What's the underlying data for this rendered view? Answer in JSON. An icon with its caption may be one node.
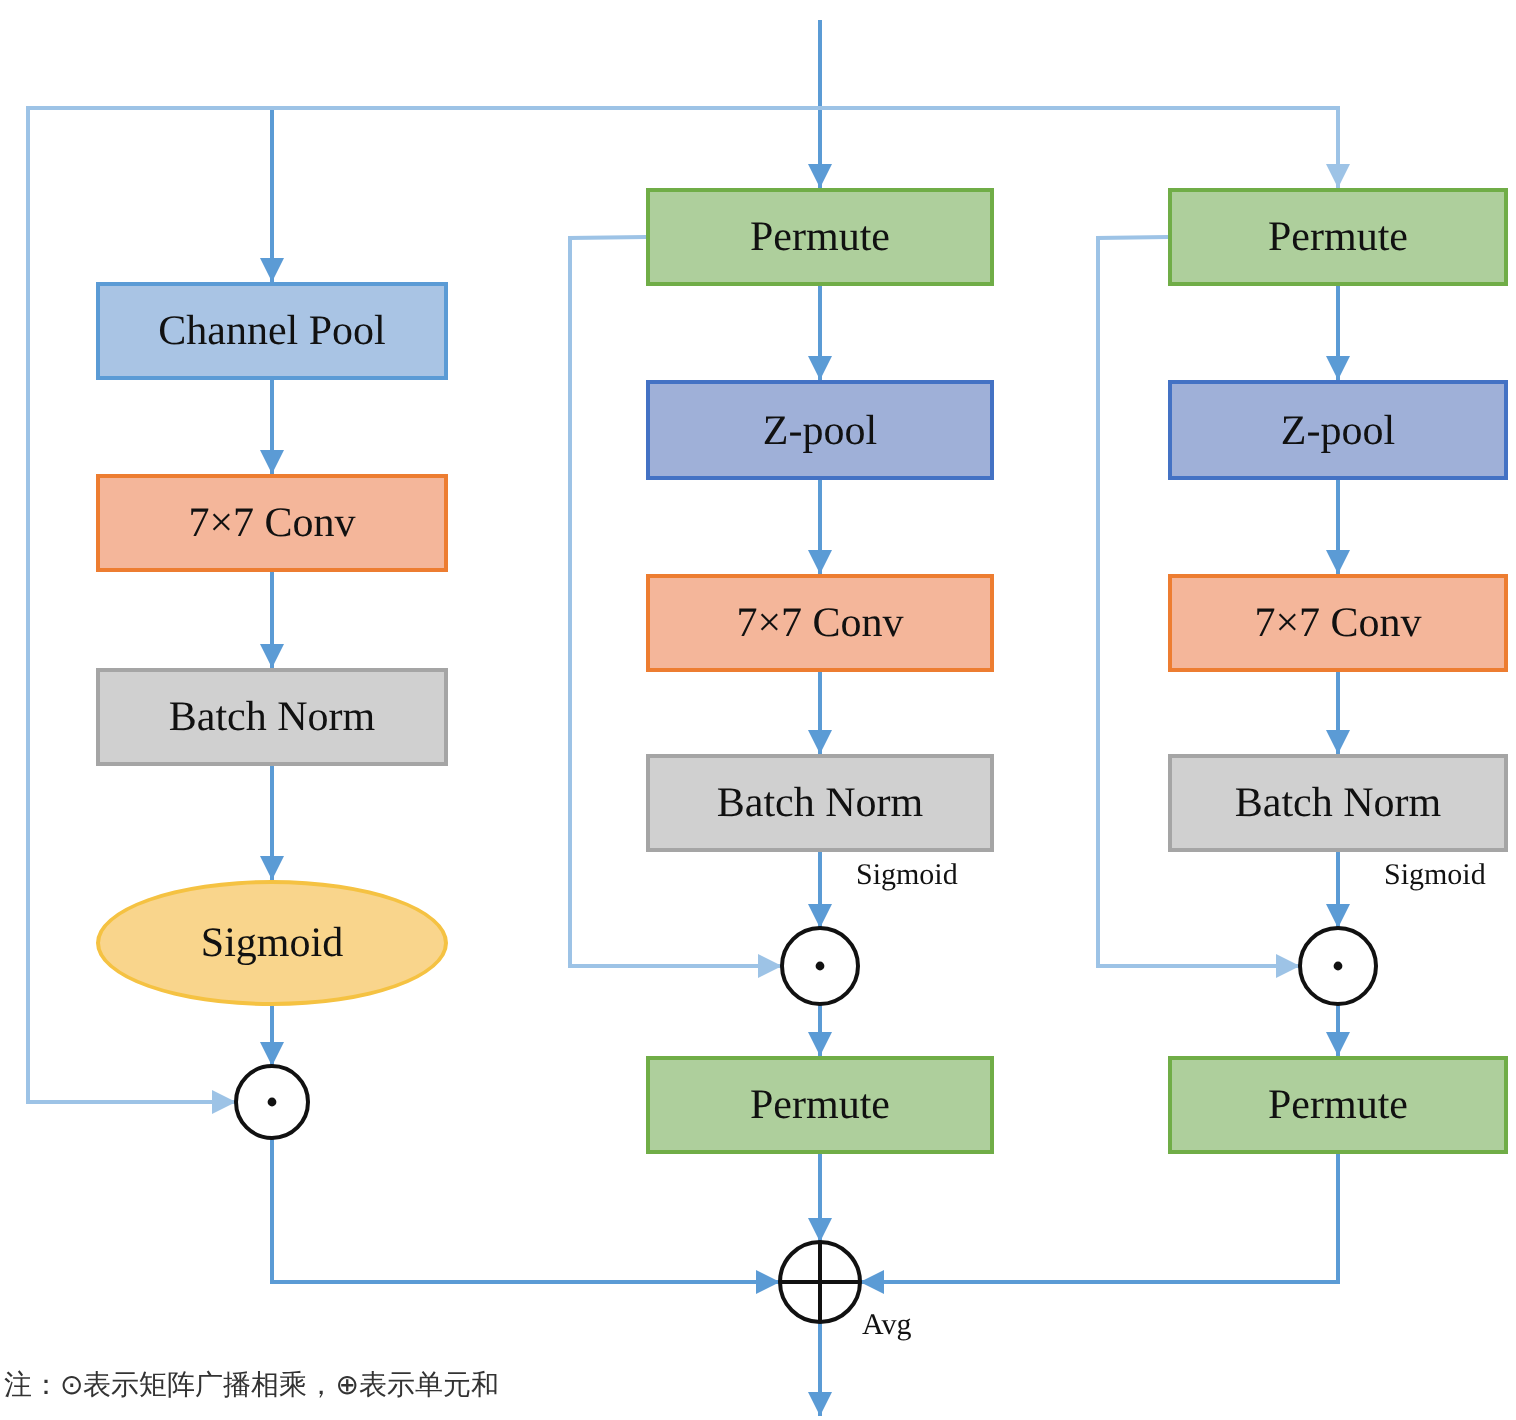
{
  "diagram": {
    "nodes": [
      {
        "text": [
          "Channel Pool"
        ]
      },
      {
        "text": [
          "7×7 Conv"
        ]
      },
      {
        "text": [
          "Batch Norm"
        ]
      },
      {
        "text": [
          "Sigmoid"
        ]
      },
      {
        "text": [],
        "shape": "circle"
      },
      {
        "text": [
          "Permute"
        ]
      },
      {
        "text": [
          "Z-pool"
        ]
      },
      {
        "text": [
          "7×7 Conv"
        ]
      },
      {
        "text": [
          "Batch Norm"
        ]
      },
      {
        "text": [],
        "shape": "circle"
      },
      {
        "text": [
          "Permute"
        ]
      },
      {
        "text": [
          "Permute"
        ]
      },
      {
        "text": [
          "Z-pool"
        ]
      },
      {
        "text": [
          "7×7 Conv"
        ]
      },
      {
        "text": [
          "Batch Norm"
        ]
      },
      {
        "text": [],
        "shape": "circle"
      },
      {
        "text": [
          "Permute"
        ]
      },
      {
        "text": [],
        "shape": "circle",
        "beside": [
          "Avg"
        ]
      }
    ],
    "edges": [
      {
        "from": null,
        "to": 5,
        "arrow": "to"
      },
      {
        "from": null,
        "to": 0,
        "arrow": "to"
      },
      {
        "from": null,
        "to": 11,
        "arrow": "to",
        "color": "#9dc3e6"
      },
      {
        "from": null,
        "to": 4,
        "arrow": "to",
        "color": "#9dc3e6"
      },
      {
        "from": 0,
        "to": 1,
        "arrow": "to"
      },
      {
        "from": 1,
        "to": 2,
        "arrow": "to"
      },
      {
        "from": 2,
        "to": 3,
        "arrow": "to"
      },
      {
        "from": 3,
        "to": 4,
        "arrow": "to"
      },
      {
        "from": 4,
        "to": 17,
        "arrow": "to"
      },
      {
        "from": 5,
        "to": 6,
        "arrow": "to"
      },
      {
        "from": 6,
        "to": 7,
        "arrow": "to"
      },
      {
        "from": 7,
        "to": 8,
        "arrow": "to"
      },
      {
        "from": 8,
        "to": 9,
        "arrow": "to",
        "label": "Sigmoid"
      },
      {
        "from": 5,
        "to": 9,
        "arrow": "to",
        "color": "#9dc3e6"
      },
      {
        "from": 9,
        "to": 10,
        "arrow": "to"
      },
      {
        "from": 10,
        "to": 17,
        "arrow": "to"
      },
      {
        "from": 11,
        "to": 12,
        "arrow": "to"
      },
      {
        "from": 12,
        "to": 13,
        "arrow": "to"
      },
      {
        "from": 13,
        "to": 14,
        "arrow": "to"
      },
      {
        "from": 14,
        "to": 15,
        "arrow": "to",
        "label": "Sigmoid"
      },
      {
        "from": 11,
        "to": 15,
        "arrow": "to",
        "color": "#9dc3e6"
      },
      {
        "from": 15,
        "to": 16,
        "arrow": "to"
      },
      {
        "from": 16,
        "to": 17,
        "arrow": "to"
      },
      {
        "from": 17,
        "to": null,
        "arrow": "to"
      }
    ],
    "labels": [
      "注：⊙表示矩阵广播相乘，⊕表示单元和"
    ]
  }
}
